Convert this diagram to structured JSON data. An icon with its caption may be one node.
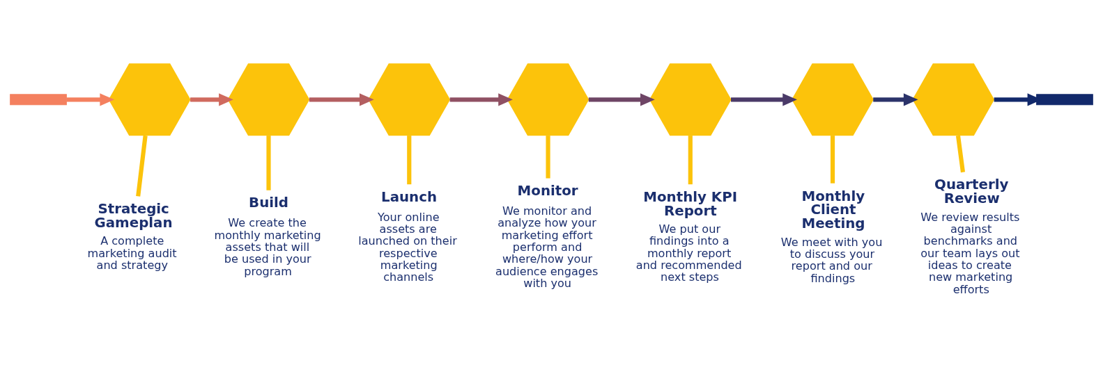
{
  "diagram": {
    "nodes": [
      {
        "text": [],
        "shape": "hexagon"
      },
      {
        "text": [],
        "shape": "hexagon"
      },
      {
        "text": [],
        "shape": "hexagon"
      },
      {
        "text": [],
        "shape": "hexagon"
      },
      {
        "text": [],
        "shape": "hexagon"
      },
      {
        "text": [],
        "shape": "hexagon"
      },
      {
        "text": [],
        "shape": "hexagon"
      },
      {
        "text": [
          "Strategic Gameplan",
          "A complete marketing audit and strategy"
        ]
      },
      {
        "text": [
          "Build",
          "We create the monthly marketing assets that will be used in your program"
        ]
      },
      {
        "text": [
          "Launch",
          "Your online assets are launched on their respective marketing channels"
        ]
      },
      {
        "text": [
          "Monitor",
          "We monitor and analyze how your marketing effort perform and where/how your audience engages with you"
        ]
      },
      {
        "text": [
          "Monthly KPI Report",
          "We put our findings into a monthly report and recommended next steps"
        ]
      },
      {
        "text": [
          "Monthly Client Meeting",
          "We meet with you to discuss your report and our findings"
        ]
      },
      {
        "text": [
          "Quarterly Review",
          "We review results against benchmarks and our team lays out ideas to create new marketing efforts"
        ]
      }
    ],
    "edges": [
      {
        "from": null,
        "to": 0,
        "arrow": "to",
        "color": "#f4805f"
      },
      {
        "from": 0,
        "to": 1,
        "arrow": "to",
        "color": "#d06a5e"
      },
      {
        "from": 1,
        "to": 2,
        "arrow": "to",
        "color": "#b35e60"
      },
      {
        "from": 2,
        "to": 3,
        "arrow": "to",
        "color": "#8f5063"
      },
      {
        "from": 3,
        "to": 4,
        "arrow": "to",
        "color": "#6e4565"
      },
      {
        "from": 4,
        "to": 5,
        "arrow": "to",
        "color": "#4a3a68"
      },
      {
        "from": 5,
        "to": 6,
        "arrow": "to",
        "color": "#2b336a"
      },
      {
        "from": 6,
        "to": null,
        "arrow": "to",
        "color": "#12296b"
      },
      {
        "from": 0,
        "to": 7,
        "arrow": "none",
        "color": "#fcc30b"
      },
      {
        "from": 1,
        "to": 8,
        "arrow": "none",
        "color": "#fcc30b"
      },
      {
        "from": 2,
        "to": 9,
        "arrow": "none",
        "color": "#fcc30b"
      },
      {
        "from": 3,
        "to": 10,
        "arrow": "none",
        "color": "#fcc30b"
      },
      {
        "from": 4,
        "to": 11,
        "arrow": "none",
        "color": "#fcc30b"
      },
      {
        "from": 5,
        "to": 12,
        "arrow": "none",
        "color": "#fcc30b"
      },
      {
        "from": 6,
        "to": 13,
        "arrow": "none",
        "color": "#fcc30b"
      }
    ]
  }
}
